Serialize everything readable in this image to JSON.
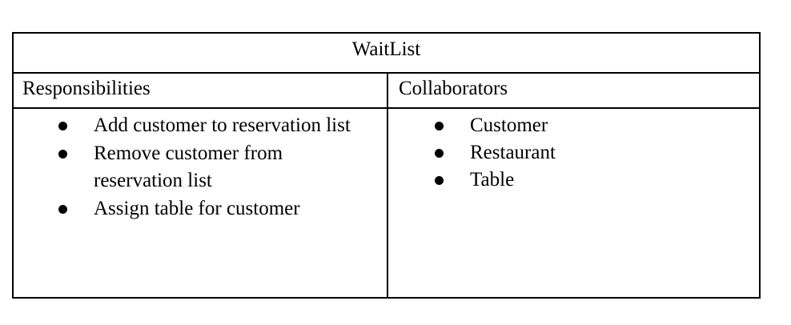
{
  "card": {
    "title": "WaitList",
    "responsibilities_header": "Responsibilities",
    "collaborators_header": "Collaborators",
    "responsibilities": [
      "Add customer to reservation list",
      "Remove customer from reservation list",
      "Assign table for customer"
    ],
    "collaborators": [
      "Customer",
      "Restaurant",
      "Table"
    ]
  }
}
